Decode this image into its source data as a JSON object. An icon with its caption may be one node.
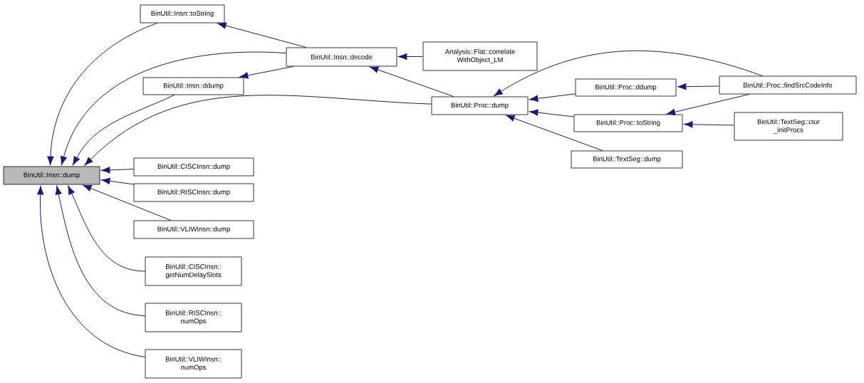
{
  "diagram": {
    "nodes": [
      {
        "text": [
          "BinUtil::Insn::dump"
        ]
      },
      {
        "text": [
          "BinUtil::Insn::toString"
        ]
      },
      {
        "text": [
          "BinUtil::Insn::ddump"
        ]
      },
      {
        "text": [
          "BinUtil::CISCInsn::dump"
        ]
      },
      {
        "text": [
          "BinUtil::RISCInsn::dump"
        ]
      },
      {
        "text": [
          "BinUtil::VLIWInsn::dump"
        ]
      },
      {
        "text": [
          "BinUtil::CISCInsn:: getNumDelaySlots"
        ]
      },
      {
        "text": [
          "BinUtil::RISCInsn:: numOps"
        ]
      },
      {
        "text": [
          "BinUtil::VLIWInsn:: numOps"
        ]
      },
      {
        "text": [
          "BinUtil::Insn::decode"
        ]
      },
      {
        "text": [
          "Analysis::Flat::correlate WithObject_LM"
        ]
      },
      {
        "text": [
          "BinUtil::Proc::dump"
        ]
      },
      {
        "text": [
          "BinUtil::Proc::ddump"
        ]
      },
      {
        "text": [
          "BinUtil::Proc::toString"
        ]
      },
      {
        "text": [
          "BinUtil::TextSeg::dump"
        ]
      },
      {
        "text": [
          "BinUtil::Proc::findSrcCodeInfo"
        ]
      },
      {
        "text": [
          "BinUtil::TextSeg::ctor _initProcs"
        ]
      }
    ],
    "edges": [
      {
        "from": 1,
        "to": 0,
        "arrow": "to"
      },
      {
        "from": 9,
        "to": 0,
        "arrow": "to"
      },
      {
        "from": 2,
        "to": 0,
        "arrow": "to"
      },
      {
        "from": 11,
        "to": 0,
        "arrow": "to"
      },
      {
        "from": 3,
        "to": 0,
        "arrow": "to"
      },
      {
        "from": 4,
        "to": 0,
        "arrow": "to"
      },
      {
        "from": 5,
        "to": 0,
        "arrow": "to"
      },
      {
        "from": 6,
        "to": 0,
        "arrow": "to"
      },
      {
        "from": 7,
        "to": 0,
        "arrow": "to"
      },
      {
        "from": 8,
        "to": 0,
        "arrow": "to"
      },
      {
        "from": 9,
        "to": 1,
        "arrow": "to"
      },
      {
        "from": 9,
        "to": 2,
        "arrow": "to"
      },
      {
        "from": 10,
        "to": 9,
        "arrow": "to"
      },
      {
        "from": 11,
        "to": 9,
        "arrow": "to"
      },
      {
        "from": 12,
        "to": 11,
        "arrow": "to"
      },
      {
        "from": 13,
        "to": 11,
        "arrow": "to"
      },
      {
        "from": 14,
        "to": 11,
        "arrow": "to"
      },
      {
        "from": 15,
        "to": 11,
        "arrow": "to"
      },
      {
        "from": 15,
        "to": 12,
        "arrow": "to"
      },
      {
        "from": 15,
        "to": 13,
        "arrow": "to"
      },
      {
        "from": 16,
        "to": 13,
        "arrow": "to"
      }
    ]
  }
}
